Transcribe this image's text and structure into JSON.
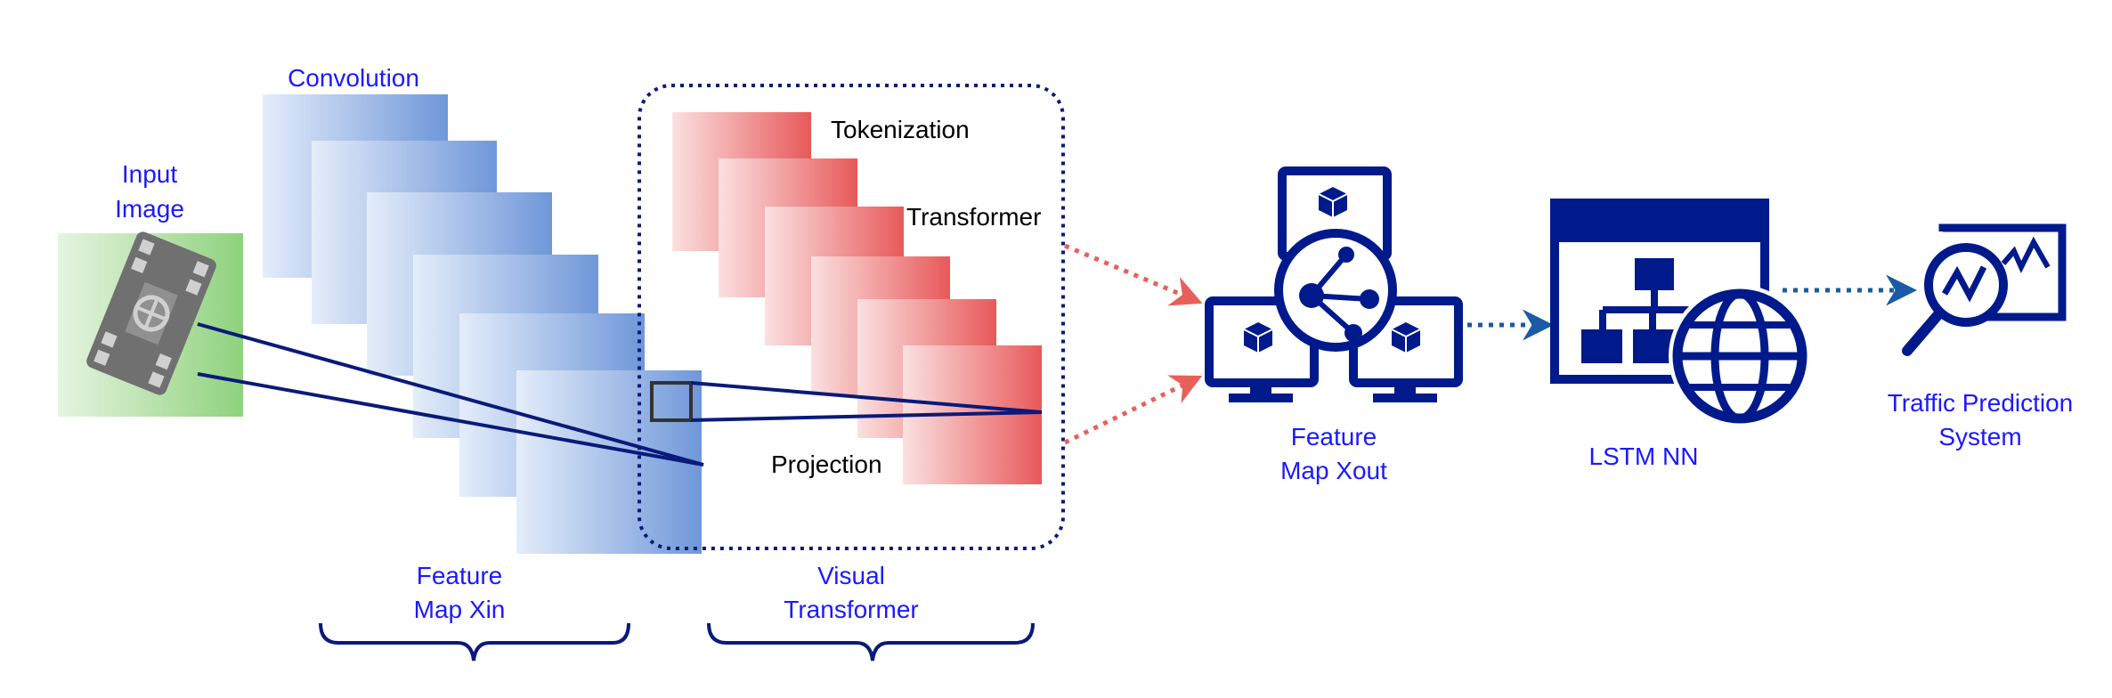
{
  "labels": {
    "input_line1": "Input",
    "input_line2": "Image",
    "convolution": "Convolution",
    "tokenization": "Tokenization",
    "transformer": "Transformer",
    "projection": "Projection",
    "feature_xin_line1": "Feature",
    "feature_xin_line2": "Map Xin",
    "visual_line1": "Visual",
    "visual_line2": "Transformer",
    "feature_xout_line1": "Feature",
    "feature_xout_line2": "Map Xout",
    "lstm": "LSTM NN",
    "traffic_line1": "Traffic Prediction",
    "traffic_line2": "System"
  },
  "colors": {
    "label_blue": "#1a1aff",
    "icon_navy": "#001a8c",
    "navy_line": "#0a1a7a",
    "conv_dark": "#6f97d9",
    "conv_light": "#e4edfa",
    "token_dark": "#e8595a",
    "token_light": "#fbe0e0",
    "input_green": "#8fd27d",
    "input_light": "#e6f4e0",
    "arrow_red": "#e8605a",
    "arrow_blue": "#1a5aa6"
  },
  "icons": {
    "input": "film-reel-icon",
    "feature_xout": "network-monitors-icon",
    "lstm": "window-hierarchy-globe-icon",
    "traffic": "analytics-magnifier-icon"
  }
}
